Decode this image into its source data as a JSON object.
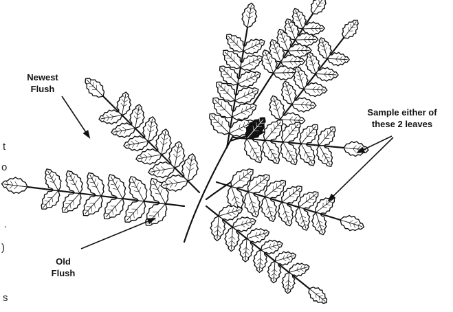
{
  "labels": {
    "newest_flush": [
      "Newest",
      "Flush"
    ],
    "sample": [
      "Sample either of",
      "these 2 leaves"
    ],
    "old_flush": [
      "Old",
      "Flush"
    ]
  },
  "cropped_text_fragments": [
    "t",
    "o",
    ".",
    ")",
    "s"
  ],
  "colors": {
    "ink": "#111111",
    "background": "#ffffff",
    "dark_leaflet": "#111111"
  }
}
